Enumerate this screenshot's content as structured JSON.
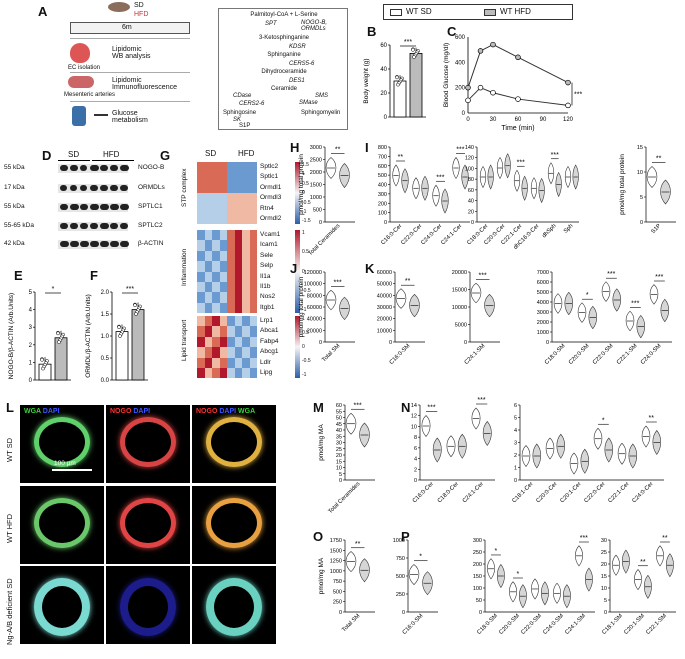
{
  "panels": [
    "A",
    "B",
    "C",
    "D",
    "E",
    "F",
    "G",
    "H",
    "I",
    "J",
    "K",
    "L",
    "M",
    "N",
    "O",
    "P"
  ],
  "A": {
    "mouse_labels": [
      "SD",
      "HFD"
    ],
    "duration": "6m",
    "steps": [
      "EC isolation",
      "Lipidomic\nWB analysis",
      "Mesenteric arteries",
      "Lipidomic\nImmunofluorescence",
      "Glucose\nmetabolism"
    ],
    "pathway": {
      "start": "Palmitoyl-CoA + L-Serine",
      "enzyme1": "SPT",
      "regulators": "NOGO-B,\nORMDLs",
      "n1": "3-Ketosphinganine",
      "enzyme2": "KDSR",
      "n2": "Sphinganine",
      "enzyme3": "CERS5-6",
      "n3": "Dihydroceramide",
      "enzyme4": "DES1",
      "n4": "Ceramide",
      "left_enz": "CDase",
      "left_enz2": "CERS2-6",
      "right_enz": "SMS",
      "right_enz2": "SMase",
      "n5": "Sphingosine",
      "n6": "Sphingomyelin",
      "enzyme5": "SK",
      "n7": "S1P"
    }
  },
  "legend": {
    "sd": "WT SD",
    "hfd": "WT HFD"
  },
  "B": {
    "ylabel": "Body weight (g)",
    "sig": "***",
    "yticks": [
      "0",
      "20",
      "40",
      "60"
    ]
  },
  "C": {
    "ylabel": "Blood Glucose (mg/dl)",
    "xlabel": "Time (min)",
    "sig": "***",
    "yticks": [
      "0",
      "200",
      "400",
      "600"
    ],
    "xticks": [
      "0",
      "30",
      "60",
      "90",
      "120"
    ]
  },
  "chart_data": [
    {
      "type": "bar",
      "panel": "B",
      "categories": [
        "WT SD",
        "WT HFD"
      ],
      "values": [
        30,
        53
      ],
      "ylim": [
        0,
        60
      ]
    },
    {
      "type": "line",
      "panel": "C",
      "x": [
        0,
        15,
        30,
        60,
        120
      ],
      "ylim": [
        0,
        600
      ],
      "series": [
        {
          "name": "WT SD",
          "values": [
            100,
            200,
            160,
            110,
            60
          ]
        },
        {
          "name": "WT HFD",
          "values": [
            200,
            490,
            540,
            440,
            240
          ]
        }
      ]
    },
    {
      "type": "bar",
      "panel": "E",
      "categories": [
        "WT SD",
        "WT HFD"
      ],
      "values": [
        0.9,
        2.4
      ],
      "ylim": [
        0,
        5
      ]
    },
    {
      "type": "bar",
      "panel": "F",
      "categories": [
        "WT SD",
        "WT HFD"
      ],
      "values": [
        1.1,
        1.6
      ],
      "ylim": [
        0,
        2
      ]
    }
  ],
  "D": {
    "headers": [
      "SD",
      "HFD"
    ],
    "kda": [
      "55 kDa",
      "17 kDa",
      "55 kDa",
      "55-65 kDa",
      "42 kDa"
    ],
    "proteins": [
      "NOGO-B",
      "ORMDLs",
      "SPTLC1",
      "SPTLC2",
      "β-ACTIN"
    ]
  },
  "E": {
    "ylabel": "NOGO-B/β-ACTIN (Arb.Units)",
    "sig": "*",
    "yticks": [
      "0",
      "1",
      "2",
      "3",
      "4",
      "5"
    ]
  },
  "F": {
    "ylabel": "ORMDL/β-ACTIN (Arb.Units)",
    "sig": "***",
    "yticks": [
      "0.0",
      "0.5",
      "1.0",
      "1.5",
      "2.0"
    ]
  },
  "G": {
    "headers": [
      "SD",
      "HFD"
    ],
    "groups": [
      "STP complex",
      "Inflammation",
      "Lipid transport"
    ],
    "genes1": [
      "Sptlc2",
      "Sptlc1",
      "Ormdl1",
      "Ormdl3",
      "Rtn4",
      "Ormdl2"
    ],
    "genes2": [
      "Vcam1",
      "Icam1",
      "Sele",
      "Selp",
      "Il1a",
      "Il1b",
      "Nos2",
      "Itgb1"
    ],
    "genes3": [
      "Lrp1",
      "Abca1",
      "Fabp4",
      "Abcg1",
      "Ldlr",
      "Lipg"
    ],
    "scale1": [
      "1.5",
      "1",
      "0.5",
      "0",
      "-0.5",
      "-1",
      "-1.5"
    ],
    "scale2": [
      "1",
      "0.5",
      "0",
      "-0.5",
      "-1"
    ],
    "scale3": [
      "1",
      "0.5",
      "0",
      "-0.5",
      "-1"
    ]
  },
  "H": {
    "ylabel": "pmol/mg total protein",
    "xlabel": "Total Ceramides",
    "sig": "**",
    "yticks": [
      "0",
      "500",
      "1000",
      "1500",
      "2000",
      "2500",
      "3000"
    ]
  },
  "I": {
    "cats1": [
      "C16:0-Cer",
      "C22:0-Cer",
      "C24:0-Cer",
      "C24:1-Cer"
    ],
    "sig1": [
      "**",
      "",
      "***",
      "***"
    ],
    "yticks1": [
      "0",
      "100",
      "200",
      "300",
      "400",
      "500",
      "600",
      "700",
      "800"
    ],
    "cats2": [
      "C18:0-Cer",
      "C20:0-Cer",
      "C22:1-Cer",
      "dhC16:0-Cer",
      "dhSph",
      "Sph"
    ],
    "sig2": [
      "",
      "",
      "***",
      "",
      "***",
      ""
    ],
    "yticks2": [
      "0",
      "20",
      "40",
      "60",
      "80",
      "100",
      "120",
      "140"
    ],
    "s1p_ylabel": "pmol/mg total protein",
    "s1p_x": "S1P",
    "s1p_sig": "**",
    "s1p_yticks": [
      "0",
      "5",
      "10",
      "15"
    ]
  },
  "J": {
    "ylabel": "pmol/mg total protein",
    "xlabel": "Total SM",
    "sig": "***",
    "yticks": [
      "0",
      "20000",
      "40000",
      "60000",
      "80000",
      "100000",
      "120000"
    ]
  },
  "K": {
    "c1": "C16:0-SM",
    "c1sig": "**",
    "c1yticks": [
      "0",
      "10000",
      "20000",
      "30000",
      "40000",
      "50000",
      "60000"
    ],
    "c2": "C24:1-SM",
    "c2sig": "***",
    "c2yticks": [
      "0",
      "5000",
      "10000",
      "15000",
      "20000"
    ],
    "cats": [
      "C18:0-SM",
      "C20:0-SM",
      "C22:0-SM",
      "C22:1-SM",
      "C24:0-SM"
    ],
    "sig": [
      "",
      "*",
      "***",
      "***",
      "***"
    ],
    "yticks": [
      "0",
      "1000",
      "2000",
      "3000",
      "4000",
      "5000",
      "6000",
      "7000"
    ]
  },
  "L": {
    "col_labels": [
      {
        "a": "WGA",
        "b": "DAPI"
      },
      {
        "a": "NOGO",
        "b": "DAPI"
      },
      {
        "a": "NOGO",
        "b": "DAPI",
        "c": "WGA"
      }
    ],
    "rows": [
      "WT SD",
      "WT HFD",
      "Ng-A/B deficient SD"
    ],
    "scalebar": "100 μm"
  },
  "M": {
    "ylabel": "pmol/mg MA",
    "xlabel": "Total Ceramides",
    "sig": "***",
    "yticks": [
      "0",
      "5",
      "10",
      "15",
      "20",
      "25",
      "30",
      "35",
      "40",
      "45",
      "50",
      "55",
      "60"
    ]
  },
  "N": {
    "cats1": [
      "C16:0-Cer",
      "C18:0-Cer",
      "C24:1-Cer"
    ],
    "sig1": [
      "***",
      "",
      "***"
    ],
    "yticks1": [
      "0",
      "2",
      "4",
      "6",
      "8",
      "10",
      "12",
      "14"
    ],
    "cats2": [
      "C18:1-Cer",
      "C20:0-Cer",
      "C20:1-Cer",
      "C22:0-Cer",
      "C22:1-Cer",
      "C24:0-Cer"
    ],
    "sig2": [
      "",
      "",
      "",
      "*",
      "",
      "**"
    ],
    "yticks2": [
      "0",
      "1",
      "2",
      "3",
      "4",
      "5",
      "6"
    ]
  },
  "O": {
    "ylabel": "pmol/mg MA",
    "xlabel": "Total SM",
    "sig": "**",
    "yticks": [
      "0",
      "250",
      "500",
      "750",
      "1000",
      "1250",
      "1500",
      "1750"
    ]
  },
  "P": {
    "c1": "C16:0-SM",
    "c1sig": "*",
    "c1yticks": [
      "0",
      "250",
      "500",
      "750",
      "1000"
    ],
    "cats": [
      "C18:0-SM",
      "C20:0-SM",
      "C22:0-SM",
      "C24:0-SM",
      "C24:1-SM"
    ],
    "sig": [
      "*",
      "*",
      "",
      "",
      "***"
    ],
    "yticks": [
      "0",
      "50",
      "100",
      "150",
      "200",
      "250",
      "300"
    ],
    "cats3": [
      "C18:1-SM",
      "C20:1-SM",
      "C22:1-SM"
    ],
    "sig3": [
      "",
      "**",
      "**"
    ],
    "yticks3": [
      "0",
      "5",
      "10",
      "15",
      "20",
      "25",
      "30"
    ]
  }
}
